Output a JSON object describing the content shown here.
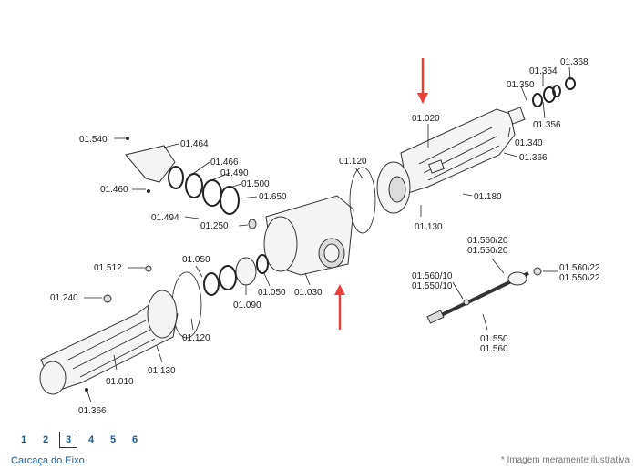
{
  "labels": [
    {
      "id": "l-01368",
      "text": "01.368"
    },
    {
      "id": "l-01354",
      "text": "01.354"
    },
    {
      "id": "l-01350",
      "text": "01.350"
    },
    {
      "id": "l-01356",
      "text": "01.356"
    },
    {
      "id": "l-01020",
      "text": "01.020"
    },
    {
      "id": "l-01340",
      "text": "01.340"
    },
    {
      "id": "l-01366a",
      "text": "01.366"
    },
    {
      "id": "l-01540",
      "text": "01.540"
    },
    {
      "id": "l-01464",
      "text": "01.464"
    },
    {
      "id": "l-01466",
      "text": "01.466"
    },
    {
      "id": "l-01490",
      "text": "01.490"
    },
    {
      "id": "l-01500",
      "text": "01.500"
    },
    {
      "id": "l-01460",
      "text": "01.460"
    },
    {
      "id": "l-01650",
      "text": "01.650"
    },
    {
      "id": "l-01494",
      "text": "01.494"
    },
    {
      "id": "l-01250",
      "text": "01.250"
    },
    {
      "id": "l-01120a",
      "text": "01.120"
    },
    {
      "id": "l-01180",
      "text": "01.180"
    },
    {
      "id": "l-01130a",
      "text": "01.130"
    },
    {
      "id": "l-01050a",
      "text": "01.050"
    },
    {
      "id": "l-01512",
      "text": "01.512"
    },
    {
      "id": "l-01240",
      "text": "01.240"
    },
    {
      "id": "l-01090",
      "text": "01.090"
    },
    {
      "id": "l-01050b",
      "text": "01.050"
    },
    {
      "id": "l-01030",
      "text": "01.030"
    },
    {
      "id": "l-01120b",
      "text": "01.120"
    },
    {
      "id": "l-01130b",
      "text": "01.130"
    },
    {
      "id": "l-01010",
      "text": "01.010"
    },
    {
      "id": "l-01366b",
      "text": "01.366"
    },
    {
      "id": "l-0156020",
      "text": "01.560/20"
    },
    {
      "id": "l-0155020",
      "text": "01.550/20"
    },
    {
      "id": "l-0156010",
      "text": "01.560/10"
    },
    {
      "id": "l-0155010",
      "text": "01.550/10"
    },
    {
      "id": "l-0156022",
      "text": "01.560/22"
    },
    {
      "id": "l-0155022",
      "text": "01.550/22"
    },
    {
      "id": "l-01550",
      "text": "01.550"
    },
    {
      "id": "l-01560",
      "text": "01.560"
    }
  ],
  "pagination": {
    "pages": [
      "1",
      "2",
      "3",
      "4",
      "5",
      "6"
    ],
    "active": "3"
  },
  "caption": "Carcaça do Eixo",
  "note": "* Imagem meramente ilustrativa",
  "colors": {
    "arrow": "#e8413a",
    "link": "#1a5b96"
  }
}
